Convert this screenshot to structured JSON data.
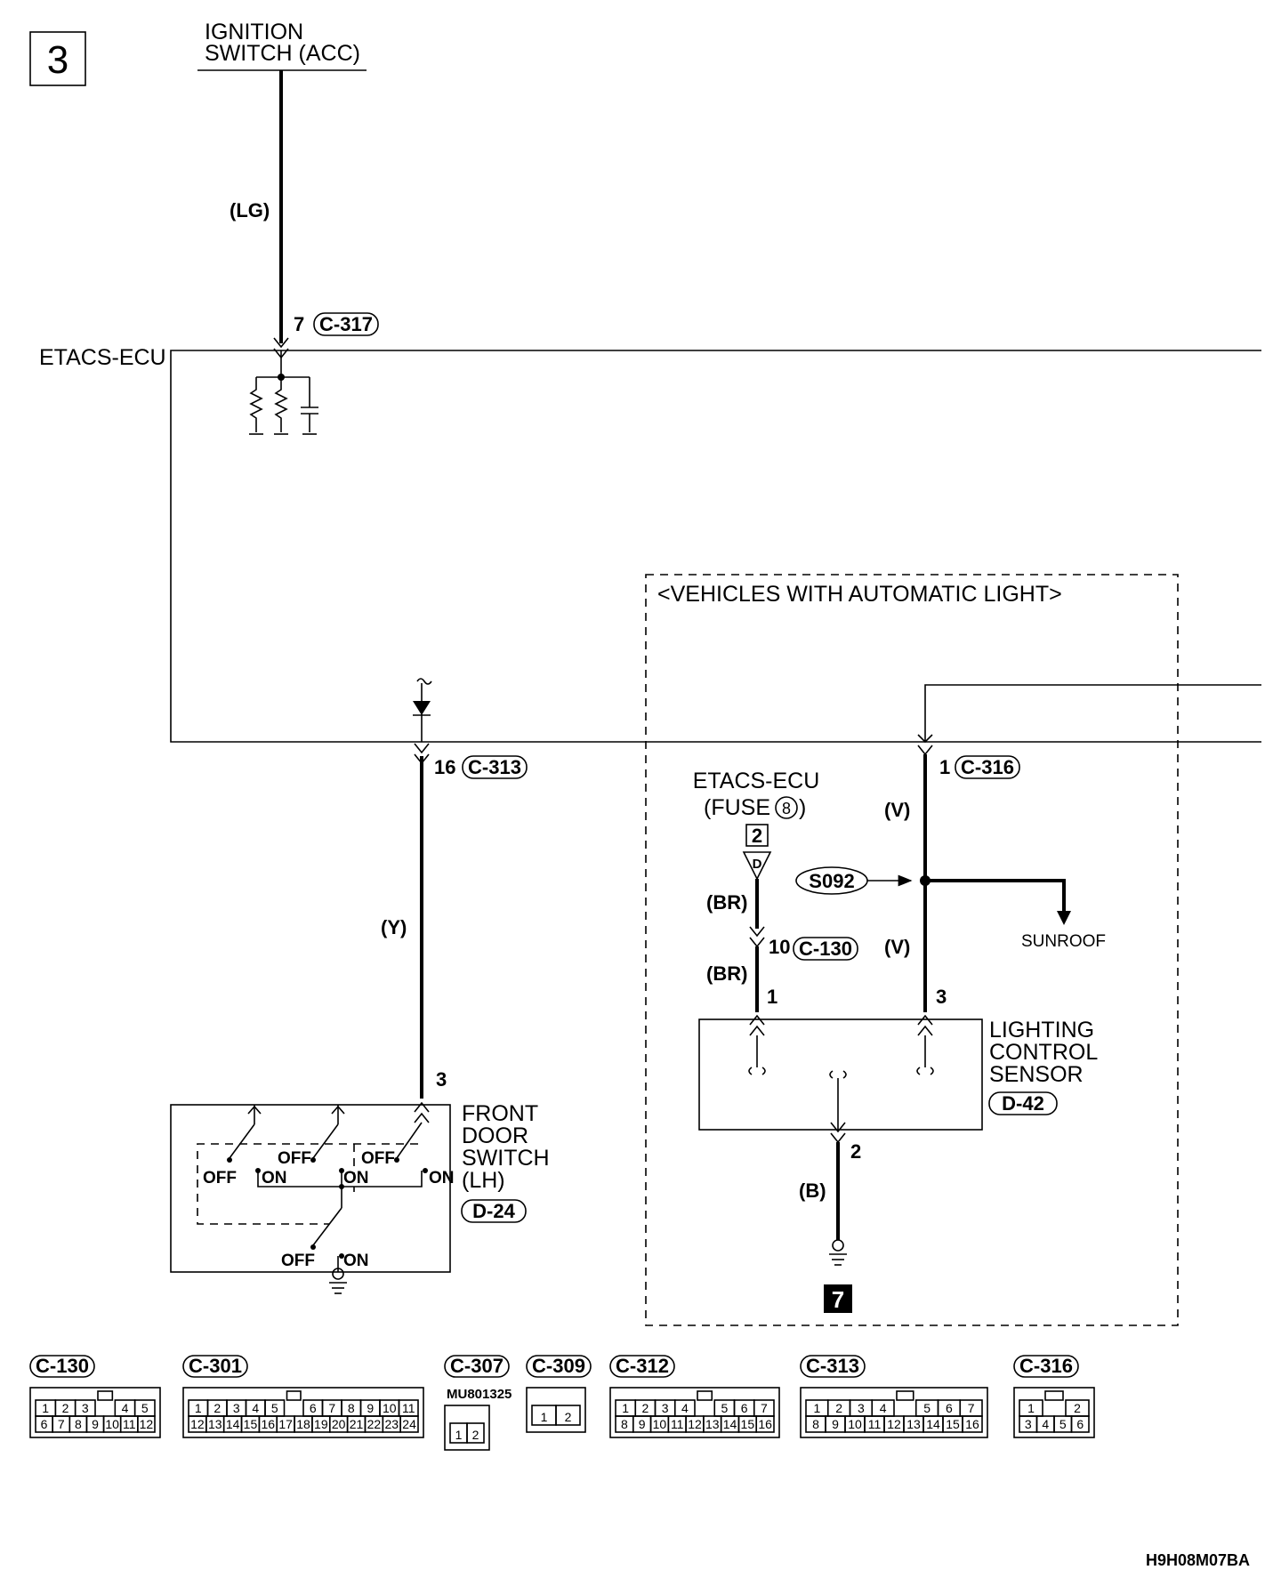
{
  "page_number": "3",
  "diagram_code": "H9H08M07BA",
  "ignition": {
    "line1": "IGNITION",
    "line2": "SWITCH (ACC)"
  },
  "ecu_label": "ETACS-ECU",
  "wires": {
    "ign_color": "(LG)",
    "door_color": "(Y)",
    "sensor_v_upper": "(V)",
    "sensor_v_lower": "(V)",
    "fuse_br_upper": "(BR)",
    "fuse_br_lower": "(BR)",
    "ground_color": "(B)"
  },
  "pins": {
    "c317_pin": "7",
    "c317": "C-317",
    "c313_pin": "16",
    "c313": "C-313",
    "c316_pin": "1",
    "c316": "C-316",
    "c130_pin": "10",
    "c130": "C-130",
    "door_pin": "3",
    "sensor_pin1": "1",
    "sensor_pin3": "3",
    "sensor_pin2": "2"
  },
  "auto_light_box": "<VEHICLES WITH AUTOMATIC LIGHT>",
  "fuse": {
    "ecu": "ETACS-ECU",
    "label_open": "(FUSE",
    "fuse_no": "8",
    "label_close": ")",
    "pin": "2",
    "letter": "D"
  },
  "splice": "S092",
  "sunroof": "SUNROOF",
  "sensor": {
    "line1": "LIGHTING",
    "line2": "CONTROL",
    "line3": "SENSOR",
    "connector": "D-42"
  },
  "door_switch": {
    "line1": "FRONT",
    "line2": "DOOR",
    "line3": "SWITCH",
    "line4": "(LH)",
    "connector": "D-24",
    "off": "OFF",
    "on": "ON"
  },
  "ground_ref": "7",
  "connectors": [
    {
      "name": "C-130",
      "row1": [
        "1",
        "2",
        "3",
        "",
        "4",
        "5"
      ],
      "row2": [
        "6",
        "7",
        "8",
        "9",
        "10",
        "11",
        "12"
      ]
    },
    {
      "name": "C-301",
      "row1": [
        "1",
        "2",
        "3",
        "4",
        "5",
        "",
        "6",
        "7",
        "8",
        "9",
        "10",
        "11"
      ],
      "row2": [
        "12",
        "13",
        "14",
        "15",
        "16",
        "17",
        "18",
        "19",
        "20",
        "21",
        "22",
        "23",
        "24"
      ]
    },
    {
      "name": "C-307",
      "part": "MU801325",
      "row2": [
        "1",
        "2"
      ]
    },
    {
      "name": "C-309",
      "row2": [
        "1",
        "2"
      ]
    },
    {
      "name": "C-312",
      "row1": [
        "1",
        "2",
        "3",
        "4",
        "",
        "5",
        "6",
        "7"
      ],
      "row2": [
        "8",
        "9",
        "10",
        "11",
        "12",
        "13",
        "14",
        "15",
        "16"
      ]
    },
    {
      "name": "C-313",
      "row1": [
        "1",
        "2",
        "3",
        "4",
        "",
        "5",
        "6",
        "7"
      ],
      "row2": [
        "8",
        "9",
        "10",
        "11",
        "12",
        "13",
        "14",
        "15",
        "16"
      ]
    },
    {
      "name": "C-316",
      "row1": [
        "1",
        "",
        "2"
      ],
      "row2": [
        "3",
        "4",
        "5",
        "6"
      ]
    }
  ]
}
